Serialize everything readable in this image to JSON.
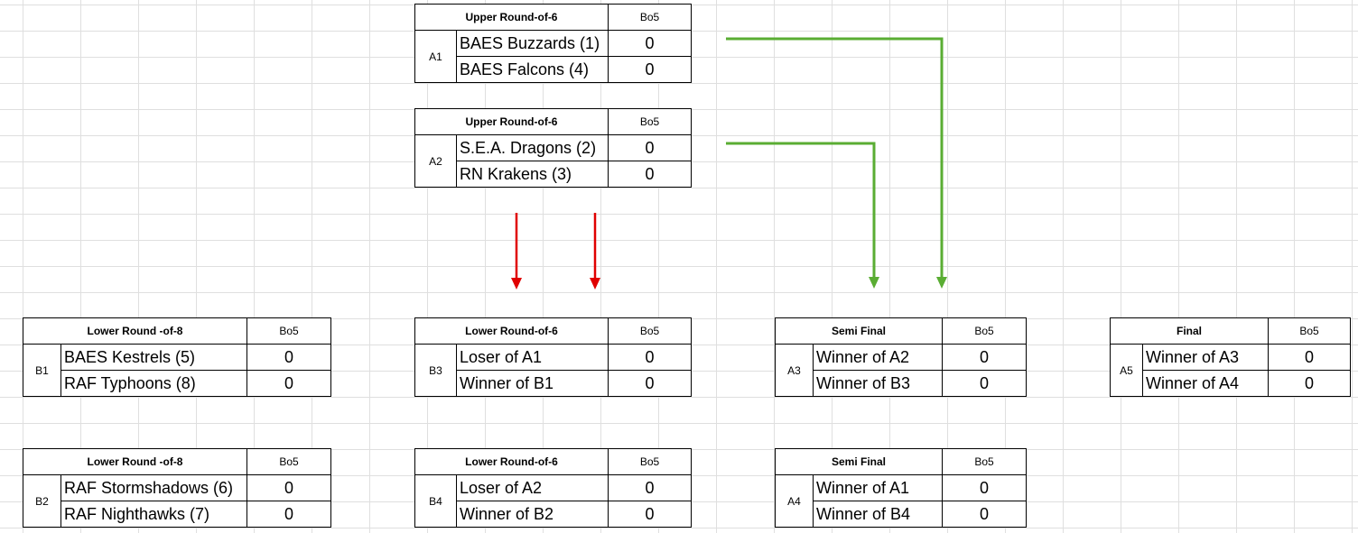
{
  "brackets": {
    "upper_a1": {
      "round": "Upper Round-of-6",
      "format": "Bo5",
      "id": "A1",
      "team1": "BAES Buzzards (1)",
      "score1": "0",
      "team2": "BAES Falcons (4)",
      "score2": "0"
    },
    "upper_a2": {
      "round": "Upper Round-of-6",
      "format": "Bo5",
      "id": "A2",
      "team1": "S.E.A. Dragons (2)",
      "score1": "0",
      "team2": "RN Krakens (3)",
      "score2": "0"
    },
    "lower_b1": {
      "round": "Lower Round -of-8",
      "format": "Bo5",
      "id": "B1",
      "team1": "BAES Kestrels (5)",
      "score1": "0",
      "team2": "RAF Typhoons (8)",
      "score2": "0"
    },
    "lower_b2": {
      "round": "Lower Round -of-8",
      "format": "Bo5",
      "id": "B2",
      "team1": "RAF Stormshadows (6)",
      "score1": "0",
      "team2": "RAF Nighthawks (7)",
      "score2": "0"
    },
    "lower_b3": {
      "round": "Lower Round-of-6",
      "format": "Bo5",
      "id": "B3",
      "team1": "Loser of A1",
      "score1": "0",
      "team2": "Winner of B1",
      "score2": "0"
    },
    "lower_b4": {
      "round": "Lower Round-of-6",
      "format": "Bo5",
      "id": "B4",
      "team1": "Loser of A2",
      "score1": "0",
      "team2": "Winner of B2",
      "score2": "0"
    },
    "semi_a3": {
      "round": "Semi Final",
      "format": "Bo5",
      "id": "A3",
      "team1": "Winner of A2",
      "score1": "0",
      "team2": "Winner of B3",
      "score2": "0"
    },
    "semi_a4": {
      "round": "Semi Final",
      "format": "Bo5",
      "id": "A4",
      "team1": "Winner of A1",
      "score1": "0",
      "team2": "Winner of B4",
      "score2": "0"
    },
    "final_a5": {
      "round": "Final",
      "format": "Bo5",
      "id": "A5",
      "team1": "Winner of A3",
      "score1": "0",
      "team2": "Winner of A4",
      "score2": "0"
    }
  },
  "colors": {
    "winner_arrow": "#5aad33",
    "loser_arrow": "#e00000",
    "grid": "#dfdfdf"
  }
}
